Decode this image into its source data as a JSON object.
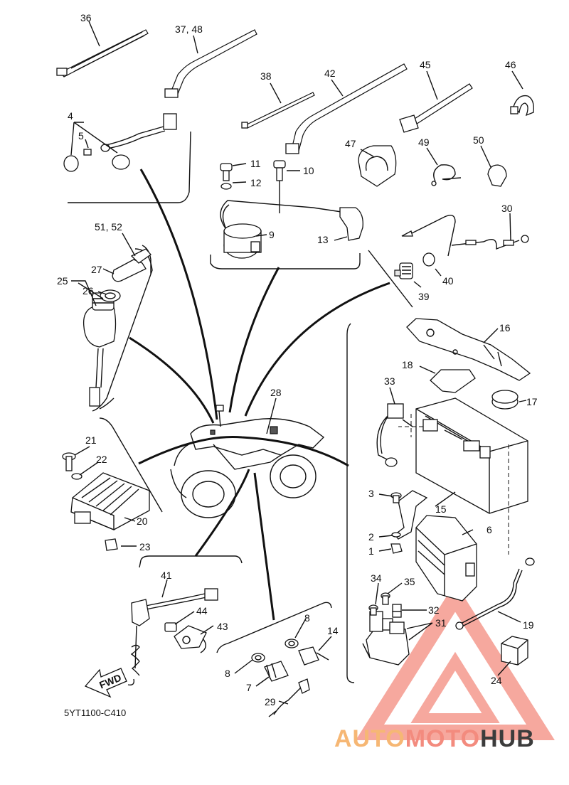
{
  "diagram_code": "5YT1100-C410",
  "fwd_label": "FWD",
  "watermark": {
    "part1": "AUTO",
    "part2": "MOTO",
    "part3": "HUB",
    "colors": {
      "orange": "#f6b774",
      "red": "#f38b7e",
      "dark": "#3c3c3c"
    }
  },
  "callouts": [
    {
      "id": "c36",
      "text": "36"
    },
    {
      "id": "c3748",
      "text": "37, 48"
    },
    {
      "id": "c38",
      "text": "38"
    },
    {
      "id": "c42",
      "text": "42"
    },
    {
      "id": "c45",
      "text": "45"
    },
    {
      "id": "c46",
      "text": "46"
    },
    {
      "id": "c4",
      "text": "4"
    },
    {
      "id": "c5",
      "text": "5"
    },
    {
      "id": "c47",
      "text": "47"
    },
    {
      "id": "c49",
      "text": "49"
    },
    {
      "id": "c50",
      "text": "50"
    },
    {
      "id": "c11",
      "text": "11"
    },
    {
      "id": "c10",
      "text": "10"
    },
    {
      "id": "c12",
      "text": "12"
    },
    {
      "id": "c9",
      "text": "9"
    },
    {
      "id": "c13",
      "text": "13"
    },
    {
      "id": "c30",
      "text": "30"
    },
    {
      "id": "c40",
      "text": "40"
    },
    {
      "id": "c39",
      "text": "39"
    },
    {
      "id": "c5152",
      "text": "51, 52"
    },
    {
      "id": "c27",
      "text": "27"
    },
    {
      "id": "c25",
      "text": "25"
    },
    {
      "id": "c26",
      "text": "26"
    },
    {
      "id": "c16",
      "text": "16"
    },
    {
      "id": "c18",
      "text": "18"
    },
    {
      "id": "c33",
      "text": "33"
    },
    {
      "id": "c17",
      "text": "17"
    },
    {
      "id": "c28",
      "text": "28"
    },
    {
      "id": "c21",
      "text": "21"
    },
    {
      "id": "c22",
      "text": "22"
    },
    {
      "id": "c20",
      "text": "20"
    },
    {
      "id": "c23",
      "text": "23"
    },
    {
      "id": "c3",
      "text": "3"
    },
    {
      "id": "c15",
      "text": "15"
    },
    {
      "id": "c2",
      "text": "2"
    },
    {
      "id": "c6",
      "text": "6"
    },
    {
      "id": "c1",
      "text": "1"
    },
    {
      "id": "c41",
      "text": "41"
    },
    {
      "id": "c44",
      "text": "44"
    },
    {
      "id": "c43",
      "text": "43"
    },
    {
      "id": "c34",
      "text": "34"
    },
    {
      "id": "c35",
      "text": "35"
    },
    {
      "id": "c32",
      "text": "32"
    },
    {
      "id": "c31",
      "text": "31"
    },
    {
      "id": "c19",
      "text": "19"
    },
    {
      "id": "c8a",
      "text": "8"
    },
    {
      "id": "c14",
      "text": "14"
    },
    {
      "id": "c8b",
      "text": "8"
    },
    {
      "id": "c7",
      "text": "7"
    },
    {
      "id": "c29",
      "text": "29"
    },
    {
      "id": "c24",
      "text": "24"
    }
  ]
}
